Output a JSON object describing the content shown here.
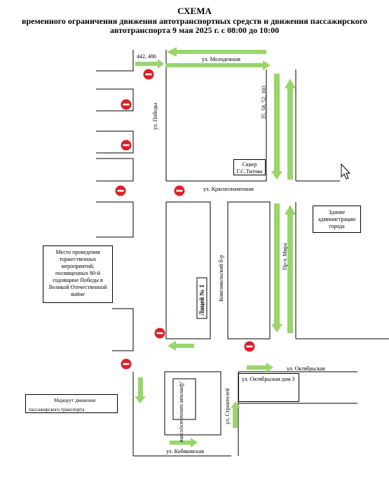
{
  "header": {
    "title": "СХЕМА",
    "subtitle_line1": "временного ограничения движения автотранспортных средств и движения пассажирского",
    "subtitle_line2": "автотранспорта 9 мая 2025 г. с 08:00 до 10:00"
  },
  "streets": {
    "molodezhnaya": "ул. Молодежная",
    "pobedy": "ул. Победы",
    "krasnoznamennaya": "ул. Красноznamенная",
    "mira": "Пр-т. Мира",
    "komsomolsky": "Комсомольский б-р",
    "oktyabrskaya": "ул. Октябрьская",
    "stroiteley": "ул. Строителей",
    "kobyakovskaya": "ул. Кобяковская"
  },
  "routes": {
    "top_left": "442, 486",
    "right_vertical": "35, 58, 52, 103"
  },
  "labels": {
    "skver": "Сквер Г.С.Титова",
    "admin": "Здание администрации города",
    "venue": "Место проведения торжественных мероприятий, посвященных 80-й годовщине Победы в Великой Отечественной войне",
    "liceum": "Лицей № 1",
    "school": "Детская школа искусств",
    "okt_house": "ул. Октябрьская дом 3"
  },
  "legend": {
    "line1": "Маршрут движения",
    "line2": "пассажирского транспорта"
  },
  "colors": {
    "arrow": "#9ad56a",
    "no_entry": "#dc1e28",
    "line": "#000000"
  }
}
